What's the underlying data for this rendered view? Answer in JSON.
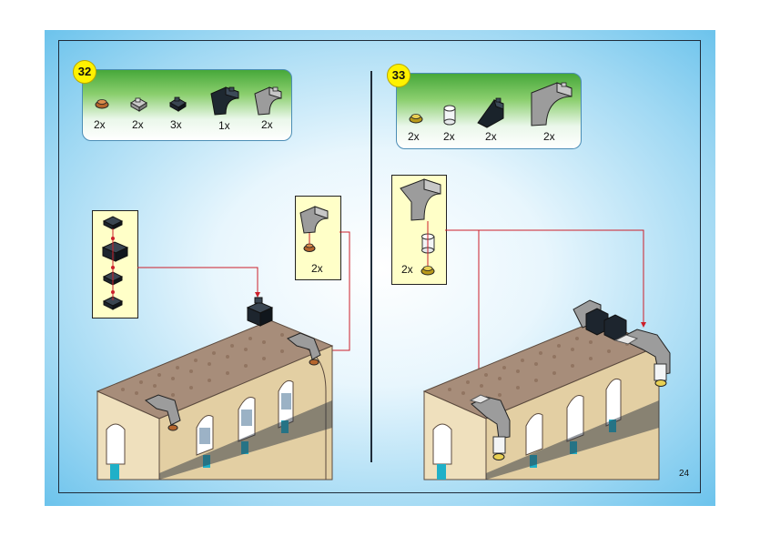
{
  "page": {
    "number": "24"
  },
  "steps": [
    {
      "step": "32",
      "parts": [
        {
          "icon": "round-plate-1x1-brown",
          "qty": "2x"
        },
        {
          "icon": "tile-1x1-clip-grey",
          "qty": "2x"
        },
        {
          "icon": "plate-1x1-clip-black",
          "qty": "3x"
        },
        {
          "icon": "arch-curved-black",
          "qty": "1x"
        },
        {
          "icon": "arch-curved-grey",
          "qty": "2x"
        }
      ],
      "callouts": [
        {
          "qty": "2x"
        }
      ]
    },
    {
      "step": "33",
      "parts": [
        {
          "icon": "round-plate-1x1-gold",
          "qty": "2x"
        },
        {
          "icon": "round-brick-1x1-clear",
          "qty": "2x"
        },
        {
          "icon": "slope-black",
          "qty": "2x"
        },
        {
          "icon": "arch-curved-grey-large",
          "qty": "2x"
        }
      ],
      "callouts": [
        {
          "qty": "2x"
        }
      ]
    }
  ],
  "colors": {
    "accent_line": "#cc1f2a",
    "badge": "#fff200",
    "roof": "#a78d7a",
    "wall": "#efe0bd"
  }
}
